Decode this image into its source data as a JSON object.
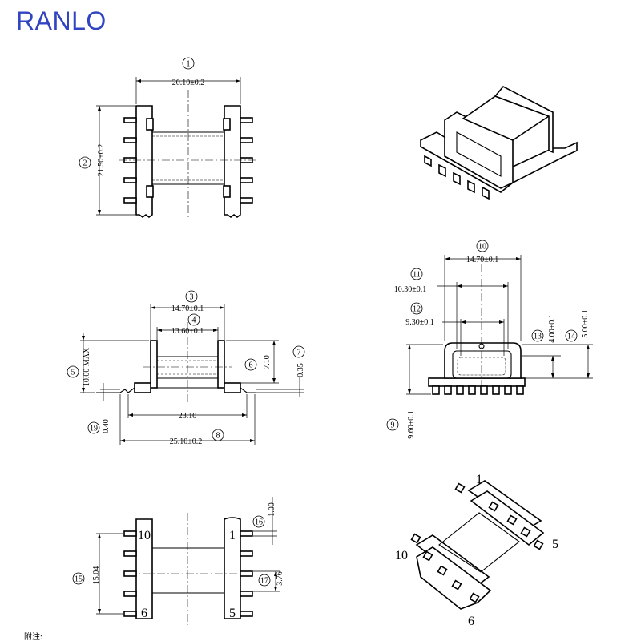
{
  "brand": "RANLO",
  "dimensions": {
    "d1": "20.10±0.2",
    "d2": "21.50±0.2",
    "d3": "14.70±0.1",
    "d4": "13.60±0.1",
    "d5": "10.00 MAX",
    "d6": "7.10",
    "d7": "0.35",
    "d8": "25.10±0.2",
    "d9": "9.60±0.1",
    "d10": "14.70±0.1",
    "d11": "10.30±0.1",
    "d12": "9.30±0.1",
    "d13": "4.00±0.1",
    "d14": "5.00±0.1",
    "d15": "15.04",
    "d16": "1.00",
    "d17": "3.76",
    "d19": "0.40",
    "d23": "23.10"
  },
  "balloons": {
    "b1": "1",
    "b2": "2",
    "b3": "3",
    "b4": "4",
    "b5": "5",
    "b6": "6",
    "b7": "7",
    "b8": "8",
    "b9": "9",
    "b10": "10",
    "b11": "11",
    "b12": "12",
    "b13": "13",
    "b14": "14",
    "b15": "15",
    "b16": "16",
    "b17": "17",
    "b19": "19"
  },
  "pins": {
    "bottom_view": [
      "10",
      "1",
      "6",
      "5"
    ],
    "iso_bottom": [
      "1",
      "5",
      "10",
      "6"
    ]
  },
  "footnote": "附注:"
}
